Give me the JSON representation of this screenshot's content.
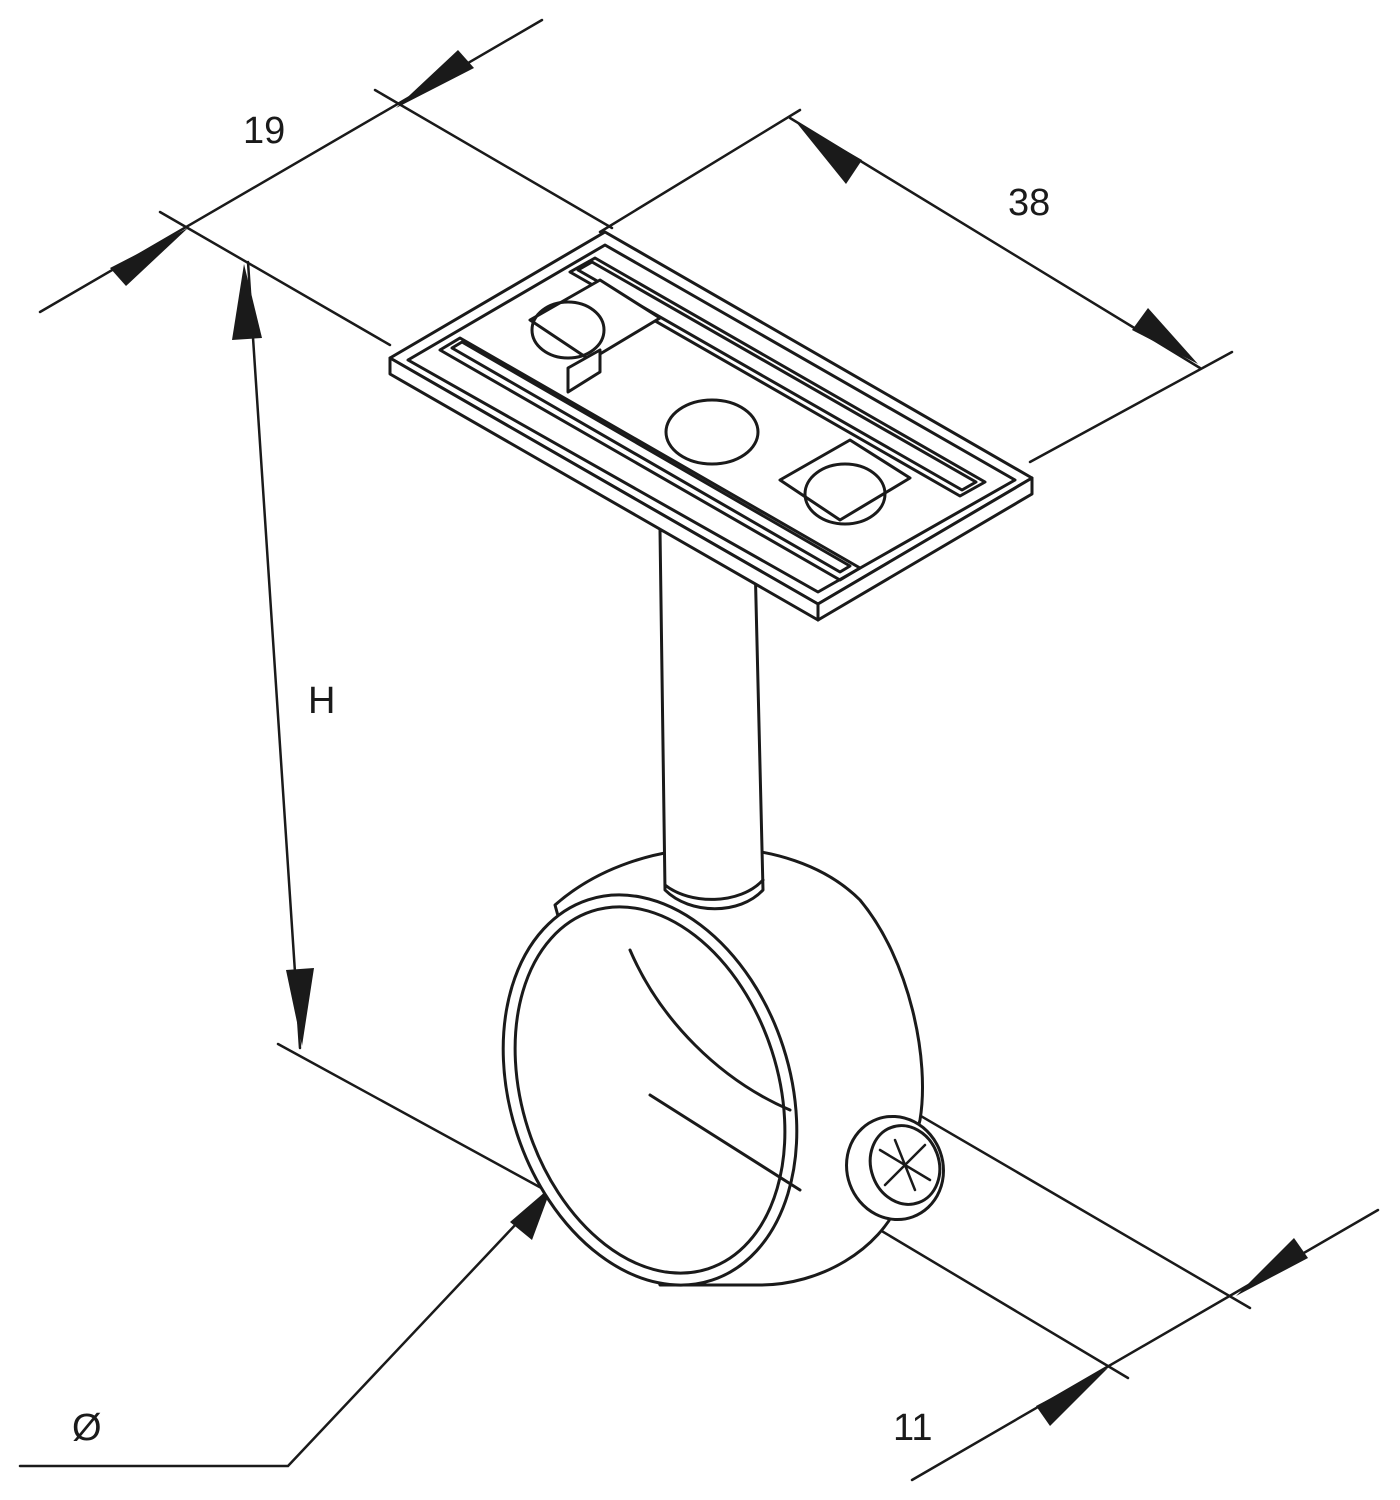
{
  "dimensions": {
    "width_label": "19",
    "length_label": "38",
    "height_label": "H",
    "diameter_label": "Ø",
    "depth_label": "11"
  },
  "colors": {
    "line": "#1a1a1a",
    "background": "#ffffff"
  }
}
